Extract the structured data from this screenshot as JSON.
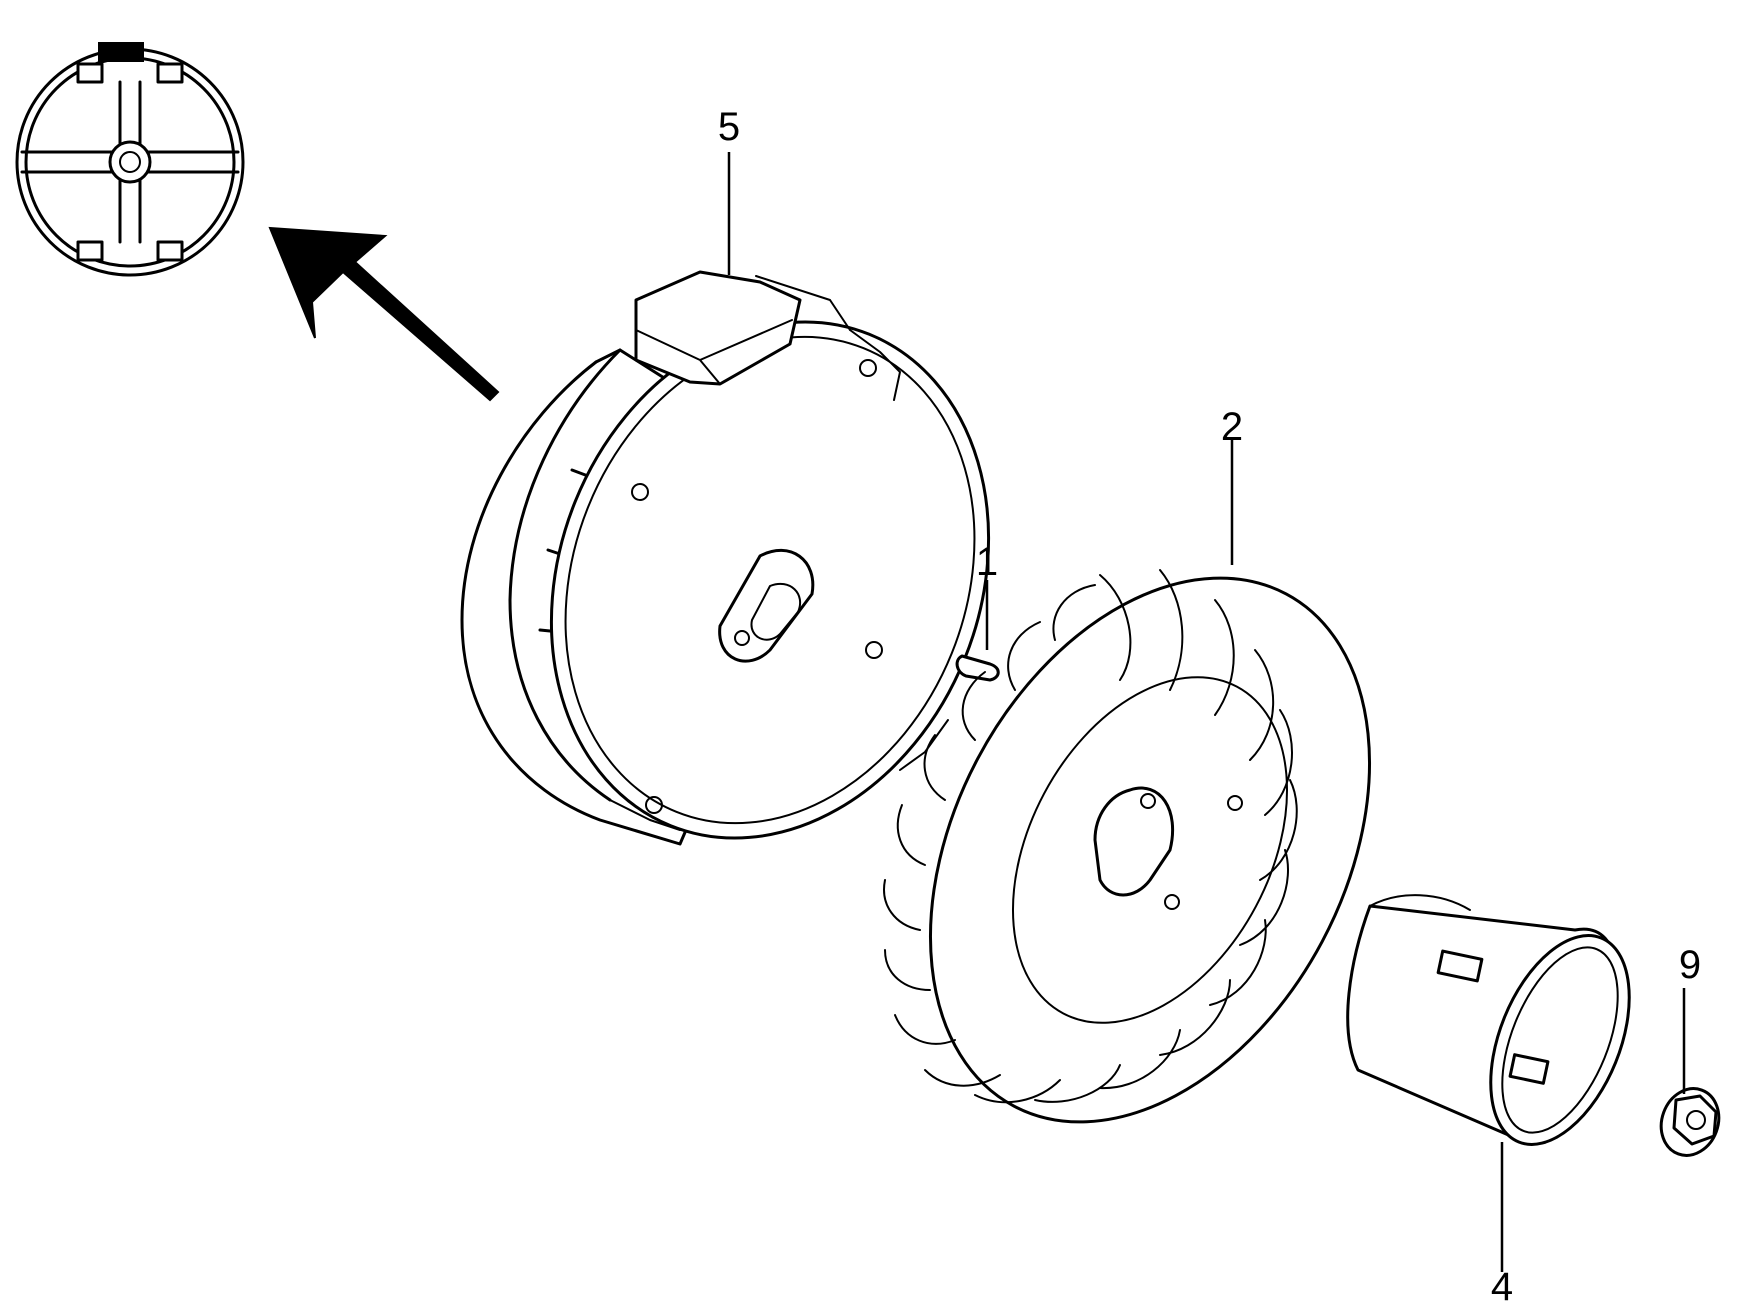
{
  "callouts": {
    "c1": "1",
    "c2": "2",
    "c4": "4",
    "c5": "5",
    "c9": "9"
  }
}
